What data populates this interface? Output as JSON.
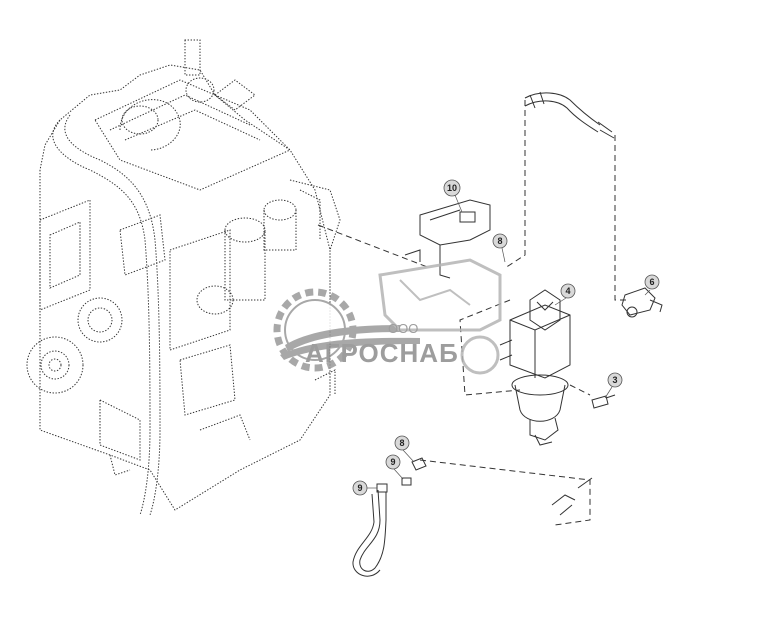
{
  "watermark": {
    "company_type": "ООО",
    "company_name": "АГРОСНАБ",
    "logo_icon": "gear-field-harvester-logo"
  },
  "callouts": [
    {
      "id": "callout-10",
      "label": "10"
    },
    {
      "id": "callout-8-top",
      "label": "8"
    },
    {
      "id": "callout-4",
      "label": "4"
    },
    {
      "id": "callout-6",
      "label": "6"
    },
    {
      "id": "callout-3",
      "label": "3"
    },
    {
      "id": "callout-8-bottom",
      "label": "8"
    },
    {
      "id": "callout-9-mid",
      "label": "9"
    },
    {
      "id": "callout-9-left",
      "label": "9"
    }
  ]
}
